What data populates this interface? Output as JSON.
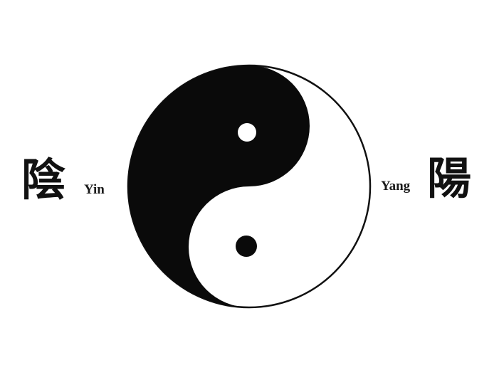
{
  "labels": {
    "yin_character": "陰",
    "yin_word": "Yin",
    "yang_character": "陽",
    "yang_word": "Yang"
  },
  "colors": {
    "yin": "#0a0a0a",
    "yang": "#ffffff",
    "outline": "#111111",
    "background": "#ffffff"
  },
  "symbol": {
    "name": "yin-yang-icon"
  }
}
